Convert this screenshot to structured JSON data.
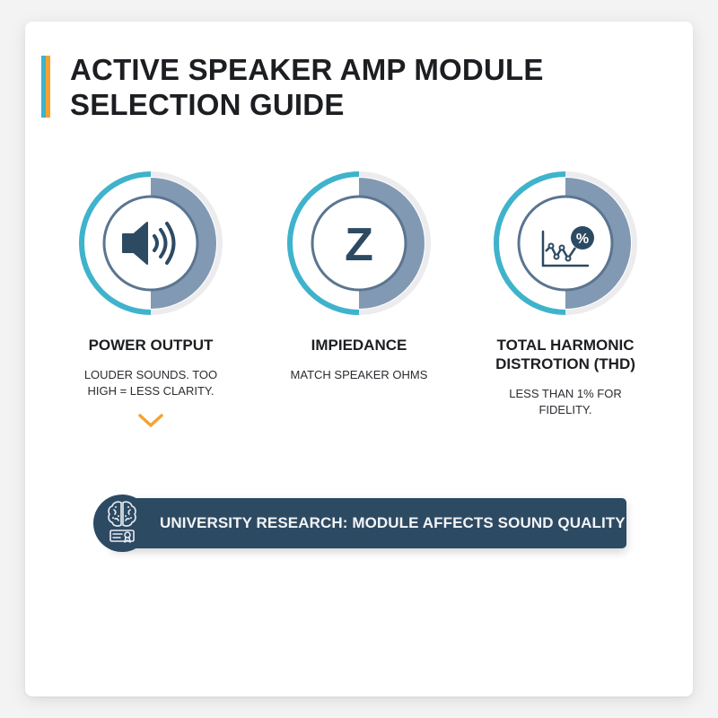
{
  "header": {
    "title_line1": "ACTIVE SPEAKER AMP MODULE",
    "title_line2": "SELECTION GUIDE",
    "accent_colors": [
      "#3fb3cc",
      "#f5a231"
    ]
  },
  "features": [
    {
      "icon": "speaker-volume-icon",
      "title": "POWER OUTPUT",
      "desc_line1": "LOUDER SOUNDS. TOO",
      "desc_line2": "HIGH = LESS CLARITY.",
      "has_chevron": true
    },
    {
      "icon": "impedance-z-icon",
      "icon_glyph": "Z",
      "title": "IMPIEDANCE",
      "desc_line1": "MATCH SPEAKER OHMS",
      "desc_line2": ""
    },
    {
      "icon": "distortion-chart-percent-icon",
      "icon_glyph": "%",
      "title_line1": "TOTAL HARMONIC",
      "title_line2": "DISTROTION (THD)",
      "desc_line1": "LESS THAN 1% FOR",
      "desc_line2": "FIDELITY."
    }
  ],
  "banner": {
    "icon": "brain-certificate-icon",
    "text": "UNIVERSITY RESEARCH: MODULE AFFECTS SOUND QUALITY"
  },
  "colors": {
    "teal": "#3fb3cc",
    "slate": "#8299b4",
    "navy": "#2d4a63",
    "orange": "#f5a231",
    "ring_track": "#ececee"
  }
}
